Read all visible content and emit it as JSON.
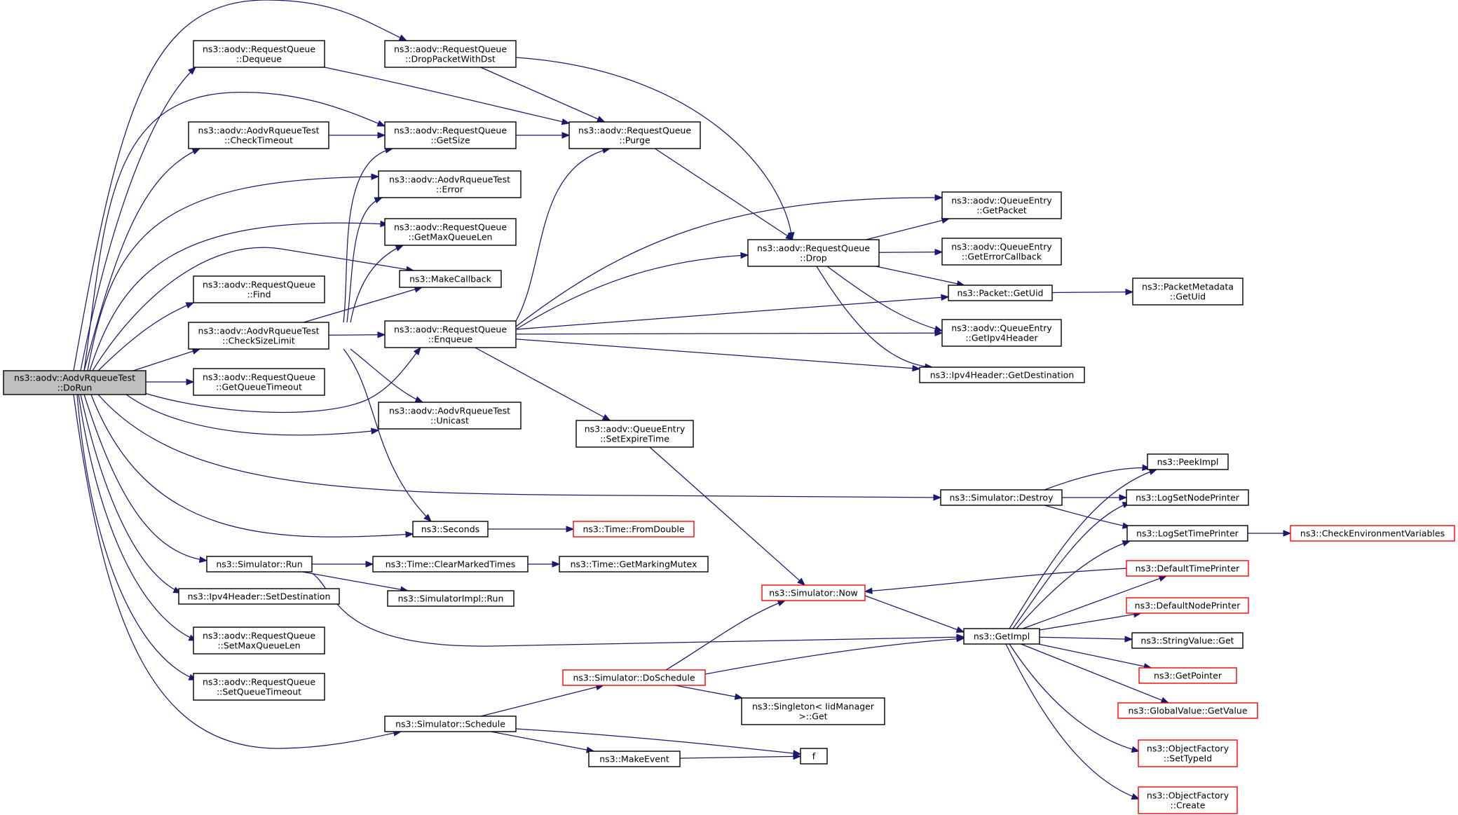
{
  "colors": {
    "edge": "#191970",
    "node_border": "#000000",
    "node_border_truncated": "#ff0000",
    "root_fill": "#bfbfbf",
    "node_fill": "#ffffff"
  },
  "nodes": [
    {
      "id": "doRun",
      "lines": [
        "ns3::aodv::AodvRqueueTest",
        "::DoRun"
      ],
      "root": true
    },
    {
      "id": "dequeue",
      "lines": [
        "ns3::aodv::RequestQueue",
        "::Dequeue"
      ]
    },
    {
      "id": "checkTimeout",
      "lines": [
        "ns3::aodv::AodvRqueueTest",
        "::CheckTimeout"
      ]
    },
    {
      "id": "find",
      "lines": [
        "ns3::aodv::RequestQueue",
        "::Find"
      ]
    },
    {
      "id": "checkSizeLimit",
      "lines": [
        "ns3::aodv::AodvRqueueTest",
        "::CheckSizeLimit"
      ]
    },
    {
      "id": "getQueueTimeout",
      "lines": [
        "ns3::aodv::RequestQueue",
        "::GetQueueTimeout"
      ]
    },
    {
      "id": "simRun",
      "lines": [
        "ns3::Simulator::Run"
      ]
    },
    {
      "id": "setDestination",
      "lines": [
        "ns3::Ipv4Header::SetDestination"
      ]
    },
    {
      "id": "setMaxQueueLen",
      "lines": [
        "ns3::aodv::RequestQueue",
        "::SetMaxQueueLen"
      ]
    },
    {
      "id": "setQueueTimeout",
      "lines": [
        "ns3::aodv::RequestQueue",
        "::SetQueueTimeout"
      ]
    },
    {
      "id": "dropPacketWithDst",
      "lines": [
        "ns3::aodv::RequestQueue",
        "::DropPacketWithDst"
      ]
    },
    {
      "id": "getSize",
      "lines": [
        "ns3::aodv::RequestQueue",
        "::GetSize"
      ]
    },
    {
      "id": "error",
      "lines": [
        "ns3::aodv::AodvRqueueTest",
        "::Error"
      ]
    },
    {
      "id": "getMaxQueueLen",
      "lines": [
        "ns3::aodv::RequestQueue",
        "::GetMaxQueueLen"
      ]
    },
    {
      "id": "makeCallback",
      "lines": [
        "ns3::MakeCallback"
      ]
    },
    {
      "id": "enqueue",
      "lines": [
        "ns3::aodv::RequestQueue",
        "::Enqueue"
      ]
    },
    {
      "id": "unicast",
      "lines": [
        "ns3::aodv::AodvRqueueTest",
        "::Unicast"
      ]
    },
    {
      "id": "seconds",
      "lines": [
        "ns3::Seconds"
      ]
    },
    {
      "id": "clearMarkedTimes",
      "lines": [
        "ns3::Time::ClearMarkedTimes"
      ]
    },
    {
      "id": "simImplRun",
      "lines": [
        "ns3::SimulatorImpl::Run"
      ]
    },
    {
      "id": "schedule",
      "lines": [
        "ns3::Simulator::Schedule"
      ]
    },
    {
      "id": "purge",
      "lines": [
        "ns3::aodv::RequestQueue",
        "::Purge"
      ]
    },
    {
      "id": "setExpireTime",
      "lines": [
        "ns3::aodv::QueueEntry",
        "::SetExpireTime"
      ]
    },
    {
      "id": "fromDouble",
      "lines": [
        "ns3::Time::FromDouble"
      ],
      "truncated": true
    },
    {
      "id": "getMarkingMutex",
      "lines": [
        "ns3::Time::GetMarkingMutex"
      ]
    },
    {
      "id": "doSchedule",
      "lines": [
        "ns3::Simulator::DoSchedule"
      ],
      "truncated": true
    },
    {
      "id": "makeEvent",
      "lines": [
        "ns3::MakeEvent"
      ]
    },
    {
      "id": "drop",
      "lines": [
        "ns3::aodv::RequestQueue",
        "::Drop"
      ]
    },
    {
      "id": "simNow",
      "lines": [
        "ns3::Simulator::Now"
      ],
      "truncated": true
    },
    {
      "id": "singletonGet",
      "lines": [
        "ns3::Singleton< IidManager",
        " >::Get"
      ]
    },
    {
      "id": "f",
      "lines": [
        "f"
      ]
    },
    {
      "id": "getPacket",
      "lines": [
        "ns3::aodv::QueueEntry",
        "::GetPacket"
      ]
    },
    {
      "id": "getErrorCallback",
      "lines": [
        "ns3::aodv::QueueEntry",
        "::GetErrorCallback"
      ]
    },
    {
      "id": "packetGetUid",
      "lines": [
        "ns3::Packet::GetUid"
      ]
    },
    {
      "id": "getIpv4Header",
      "lines": [
        "ns3::aodv::QueueEntry",
        "::GetIpv4Header"
      ]
    },
    {
      "id": "getDestination",
      "lines": [
        "ns3::Ipv4Header::GetDestination"
      ]
    },
    {
      "id": "simDestroy",
      "lines": [
        "ns3::Simulator::Destroy"
      ]
    },
    {
      "id": "getImpl",
      "lines": [
        "ns3::GetImpl"
      ]
    },
    {
      "id": "metadataGetUid",
      "lines": [
        "ns3::PacketMetadata",
        "::GetUid"
      ]
    },
    {
      "id": "peekImpl",
      "lines": [
        "ns3::PeekImpl"
      ]
    },
    {
      "id": "logSetNodePrinter",
      "lines": [
        "ns3::LogSetNodePrinter"
      ]
    },
    {
      "id": "logSetTimePrinter",
      "lines": [
        "ns3::LogSetTimePrinter"
      ]
    },
    {
      "id": "defaultTimePrinter",
      "lines": [
        "ns3::DefaultTimePrinter"
      ],
      "truncated": true
    },
    {
      "id": "defaultNodePrinter",
      "lines": [
        "ns3::DefaultNodePrinter"
      ],
      "truncated": true
    },
    {
      "id": "stringValueGet",
      "lines": [
        "ns3::StringValue::Get"
      ]
    },
    {
      "id": "getPointer",
      "lines": [
        "ns3::GetPointer"
      ],
      "truncated": true
    },
    {
      "id": "globalValueGetValue",
      "lines": [
        "ns3::GlobalValue::GetValue"
      ],
      "truncated": true
    },
    {
      "id": "setTypeId",
      "lines": [
        "ns3::ObjectFactory",
        "::SetTypeId"
      ],
      "truncated": true
    },
    {
      "id": "create",
      "lines": [
        "ns3::ObjectFactory",
        "::Create"
      ],
      "truncated": true
    },
    {
      "id": "checkEnvVars",
      "lines": [
        "ns3::CheckEnvironmentVariables"
      ],
      "truncated": true
    }
  ],
  "edges": [
    [
      "doRun",
      "dropPacketWithDst"
    ],
    [
      "doRun",
      "dequeue"
    ],
    [
      "doRun",
      "getSize"
    ],
    [
      "doRun",
      "checkTimeout"
    ],
    [
      "doRun",
      "error"
    ],
    [
      "doRun",
      "getMaxQueueLen"
    ],
    [
      "doRun",
      "makeCallback"
    ],
    [
      "doRun",
      "find"
    ],
    [
      "doRun",
      "checkSizeLimit"
    ],
    [
      "doRun",
      "getQueueTimeout"
    ],
    [
      "doRun",
      "enqueue"
    ],
    [
      "doRun",
      "unicast"
    ],
    [
      "doRun",
      "simDestroy"
    ],
    [
      "doRun",
      "seconds"
    ],
    [
      "doRun",
      "simRun"
    ],
    [
      "doRun",
      "setDestination"
    ],
    [
      "doRun",
      "setMaxQueueLen"
    ],
    [
      "doRun",
      "setQueueTimeout"
    ],
    [
      "doRun",
      "schedule"
    ],
    [
      "dequeue",
      "purge"
    ],
    [
      "checkTimeout",
      "getSize"
    ],
    [
      "checkSizeLimit",
      "getSize"
    ],
    [
      "checkSizeLimit",
      "error"
    ],
    [
      "checkSizeLimit",
      "getMaxQueueLen"
    ],
    [
      "checkSizeLimit",
      "makeCallback"
    ],
    [
      "checkSizeLimit",
      "enqueue"
    ],
    [
      "checkSizeLimit",
      "unicast"
    ],
    [
      "checkSizeLimit",
      "seconds"
    ],
    [
      "simRun",
      "clearMarkedTimes"
    ],
    [
      "simRun",
      "simImplRun"
    ],
    [
      "simRun",
      "getImpl"
    ],
    [
      "dropPacketWithDst",
      "purge"
    ],
    [
      "dropPacketWithDst",
      "drop"
    ],
    [
      "getSize",
      "purge"
    ],
    [
      "enqueue",
      "purge"
    ],
    [
      "enqueue",
      "drop"
    ],
    [
      "enqueue",
      "getPacket"
    ],
    [
      "enqueue",
      "packetGetUid"
    ],
    [
      "enqueue",
      "getIpv4Header"
    ],
    [
      "enqueue",
      "getDestination"
    ],
    [
      "enqueue",
      "setExpireTime"
    ],
    [
      "seconds",
      "fromDouble"
    ],
    [
      "clearMarkedTimes",
      "getMarkingMutex"
    ],
    [
      "schedule",
      "doSchedule"
    ],
    [
      "schedule",
      "makeEvent"
    ],
    [
      "schedule",
      "f"
    ],
    [
      "purge",
      "drop"
    ],
    [
      "setExpireTime",
      "simNow"
    ],
    [
      "doSchedule",
      "simNow"
    ],
    [
      "doSchedule",
      "singletonGet"
    ],
    [
      "doSchedule",
      "getImpl"
    ],
    [
      "makeEvent",
      "f"
    ],
    [
      "drop",
      "getPacket"
    ],
    [
      "drop",
      "getErrorCallback"
    ],
    [
      "drop",
      "packetGetUid"
    ],
    [
      "drop",
      "getIpv4Header"
    ],
    [
      "drop",
      "getDestination"
    ],
    [
      "simNow",
      "getImpl"
    ],
    [
      "packetGetUid",
      "metadataGetUid"
    ],
    [
      "simDestroy",
      "peekImpl"
    ],
    [
      "simDestroy",
      "logSetNodePrinter"
    ],
    [
      "simDestroy",
      "logSetTimePrinter"
    ],
    [
      "getImpl",
      "peekImpl"
    ],
    [
      "getImpl",
      "logSetNodePrinter"
    ],
    [
      "getImpl",
      "logSetTimePrinter"
    ],
    [
      "getImpl",
      "defaultTimePrinter"
    ],
    [
      "getImpl",
      "defaultNodePrinter"
    ],
    [
      "getImpl",
      "stringValueGet"
    ],
    [
      "getImpl",
      "getPointer"
    ],
    [
      "getImpl",
      "globalValueGetValue"
    ],
    [
      "getImpl",
      "setTypeId"
    ],
    [
      "getImpl",
      "create"
    ],
    [
      "logSetTimePrinter",
      "checkEnvVars"
    ],
    [
      "defaultTimePrinter",
      "simNow"
    ]
  ]
}
